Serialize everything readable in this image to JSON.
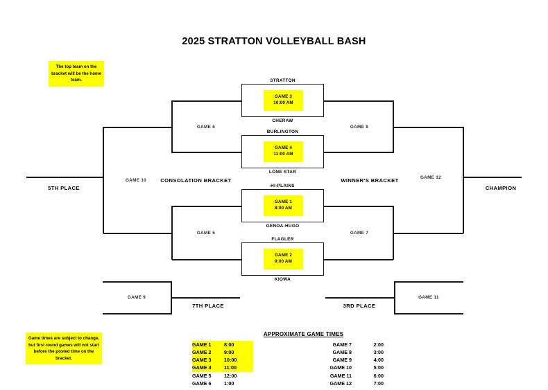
{
  "title": "2025 STRATTON VOLLEYBALL BASH",
  "notes": {
    "home_team": "The top team on the bracket will be the home team.",
    "game_times": "Game times are subject to change, but first round games will not start before the posted time on the bracket."
  },
  "colors": {
    "highlight": "#ffff00",
    "line": "#1a1a1a",
    "text": "#000000"
  },
  "matches": [
    {
      "top_team": "STRATTON",
      "bottom_team": "CHERAW",
      "game": "GAME 3",
      "time": "10:00 AM"
    },
    {
      "top_team": "BURLINGTON",
      "bottom_team": "LONE STAR",
      "game": "GAME 4",
      "time": "11:00 AM"
    },
    {
      "top_team": "HI-PLAINS",
      "bottom_team": "GENOA-HUGO",
      "game": "GAME 1",
      "time": "8:00 AM"
    },
    {
      "top_team": "FLAGLER",
      "bottom_team": "KIOWA",
      "game": "GAME 2",
      "time": "9:00 AM"
    }
  ],
  "bracket_labels": {
    "game6": "GAME 6",
    "game5": "GAME 5",
    "game8": "GAME 8",
    "game7": "GAME 7",
    "game10": "GAME 10",
    "game12": "GAME 12",
    "game9": "GAME 9",
    "game11": "GAME 11",
    "consolation": "CONSOLATION BRACKET",
    "winners": "WINNER'S BRACKET",
    "fifth_place": "5TH PLACE",
    "champion": "CHAMPION",
    "seventh_place": "7TH PLACE",
    "third_place": "3RD PLACE"
  },
  "approximate_game_times": {
    "heading": "APPROXIMATE GAME TIMES",
    "left": [
      {
        "game": "GAME 1",
        "time": "8:00",
        "highlight": true
      },
      {
        "game": "GAME 2",
        "time": "9:00",
        "highlight": true
      },
      {
        "game": "GAME 3",
        "time": "10:00",
        "highlight": true
      },
      {
        "game": "GAME 4",
        "time": "11:00",
        "highlight": true
      },
      {
        "game": "GAME 5",
        "time": "12:00",
        "highlight": false
      },
      {
        "game": "GAME 6",
        "time": "1:00",
        "highlight": false
      }
    ],
    "right": [
      {
        "game": "GAME 7",
        "time": "2:00"
      },
      {
        "game": "GAME 8",
        "time": "3:00"
      },
      {
        "game": "GAME 9",
        "time": "4:00"
      },
      {
        "game": "GAME 10",
        "time": "5:00"
      },
      {
        "game": "GAME 11",
        "time": "6:00"
      },
      {
        "game": "GAME 12",
        "time": "7:00"
      }
    ]
  }
}
